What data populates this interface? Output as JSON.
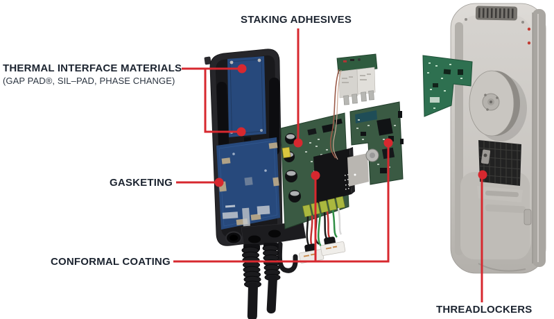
{
  "palette": {
    "background": "#ffffff",
    "accent_red": "#d7282f",
    "label_ink": "#1c2430",
    "charger_blue": "#27497c",
    "pcb_green": "#3a5a43",
    "enclosure_gray": "#c9c6c1"
  },
  "labels": {
    "thermal": {
      "title": "THERMAL INTERFACE MATERIALS",
      "subtitle": "(GAP PAD®, SIL–PAD, PHASE CHANGE)"
    },
    "staking": {
      "title": "STAKING ADHESIVES"
    },
    "gasketing": {
      "title": "GASKETING"
    },
    "conformal": {
      "title": "CONFORMAL COATING"
    },
    "threadlockers": {
      "title": "THREADLOCKERS"
    }
  }
}
